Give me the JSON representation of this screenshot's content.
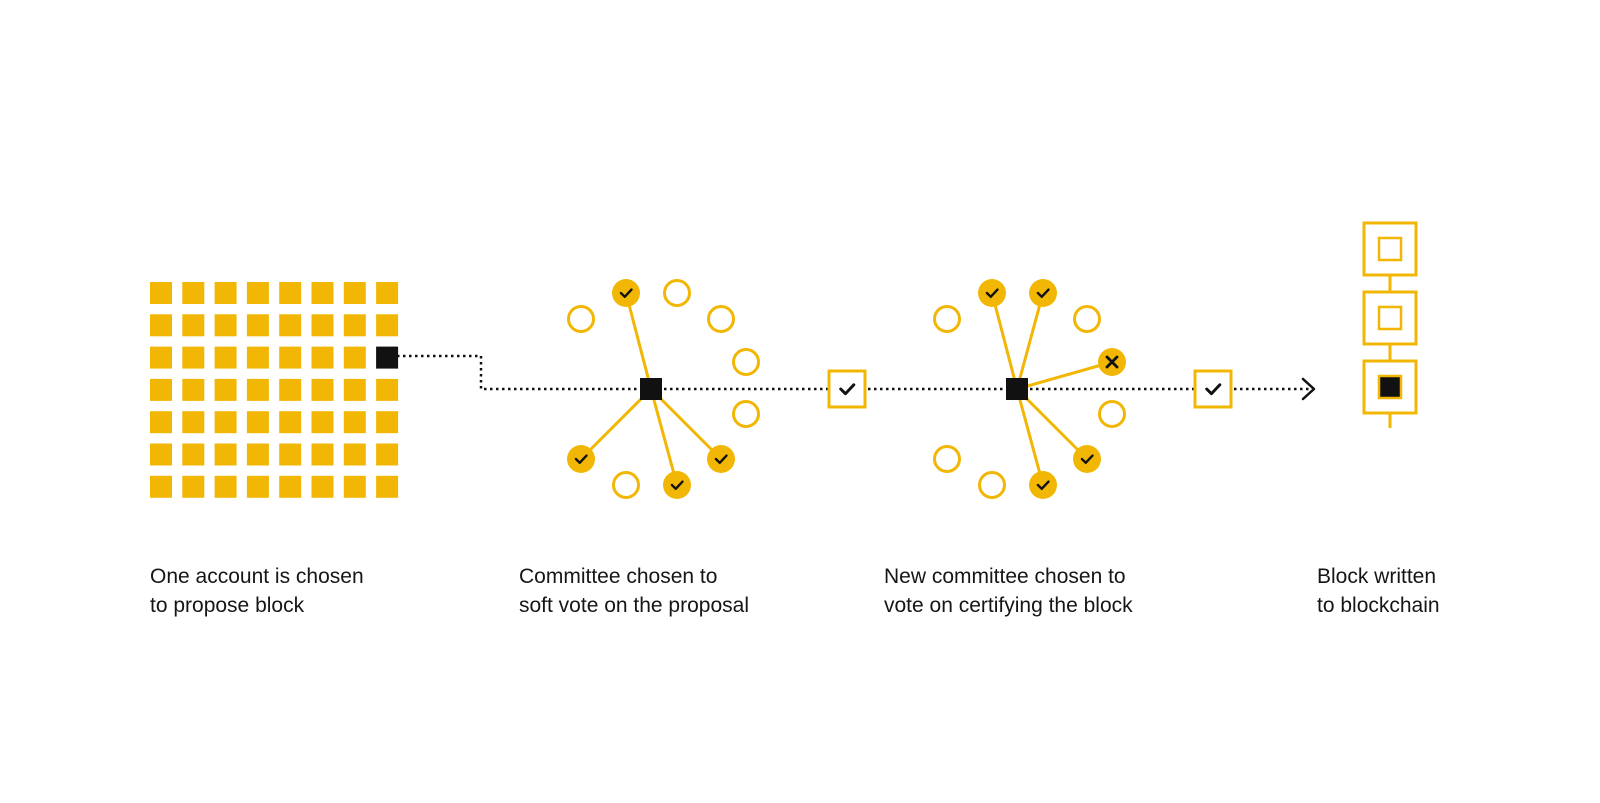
{
  "colors": {
    "accent": "#f2b705",
    "ink": "#111111",
    "text": "#161616",
    "background": "#ffffff"
  },
  "icons": {
    "vote_yes": "checkmark-icon",
    "vote_no": "cross-icon",
    "block": "black-square-block-icon",
    "approved": "checkbox-checked-icon",
    "end": "arrow-right-icon"
  },
  "accounts_grid": {
    "rows": 7,
    "cols": 8,
    "selected": {
      "row": 2,
      "col": 7
    }
  },
  "soft_vote_committee": {
    "members": [
      {
        "state": "yes",
        "linked": true
      },
      {
        "state": "empty",
        "linked": false
      },
      {
        "state": "empty",
        "linked": false
      },
      {
        "state": "empty",
        "linked": false
      },
      {
        "state": "empty",
        "linked": false
      },
      {
        "state": "yes",
        "linked": true
      },
      {
        "state": "yes",
        "linked": true
      },
      {
        "state": "empty",
        "linked": false
      },
      {
        "state": "yes",
        "linked": true
      },
      {
        "state": "empty",
        "linked": false
      }
    ]
  },
  "certify_committee": {
    "members": [
      {
        "state": "yes",
        "linked": true
      },
      {
        "state": "yes",
        "linked": true
      },
      {
        "state": "empty",
        "linked": false
      },
      {
        "state": "no",
        "linked": true
      },
      {
        "state": "empty",
        "linked": false
      },
      {
        "state": "yes",
        "linked": true
      },
      {
        "state": "yes",
        "linked": true
      },
      {
        "state": "empty",
        "linked": false
      },
      {
        "state": "empty",
        "linked": false
      },
      {
        "state": "empty",
        "linked": false
      }
    ]
  },
  "blockchain": {
    "blocks": [
      "empty",
      "empty",
      "new"
    ]
  },
  "steps": [
    {
      "line1": "One account is chosen",
      "line2": "to propose block"
    },
    {
      "line1": "Committee chosen to",
      "line2": "soft vote on the proposal"
    },
    {
      "line1": "New committee chosen to",
      "line2": "vote on certifying the block"
    },
    {
      "line1": "Block written",
      "line2": "to blockchain"
    }
  ]
}
